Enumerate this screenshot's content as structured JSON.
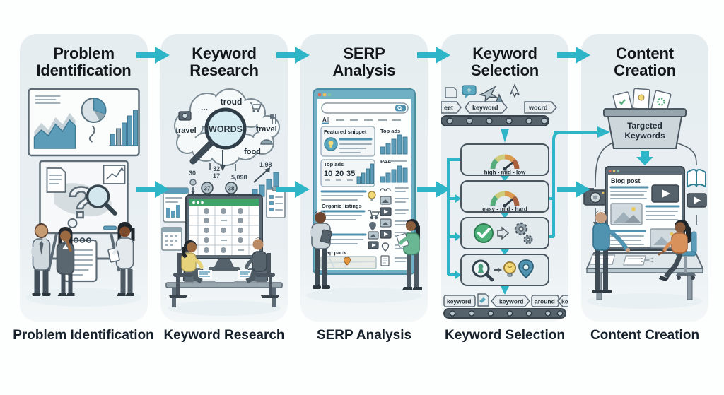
{
  "page": {
    "type": "seo-workflow-infographic"
  },
  "colors": {
    "background": "#fdfefe",
    "panel_bg": "#e8eef1",
    "flow_arrow": "#2fb5c8",
    "title_text": "#14181c",
    "caption_text": "#16202a",
    "illustration_teal": "#4f93b0",
    "slate": "#55626c",
    "spreadsheet_green": "#3fa469",
    "check_green": "#4cb178",
    "bulb_yellow": "#f3d978",
    "map_pin_orange": "#e2953f",
    "gauge_segments": [
      "#57ae7c",
      "#cfcb7d",
      "#d99a4e",
      "#a8603f"
    ]
  },
  "steps": [
    {
      "title": "Problem Identification",
      "caption": "Problem Identification",
      "question_mark": "?"
    },
    {
      "title": "Keyword Research",
      "caption": "Keyword Research",
      "cloud": {
        "center": "WORDS",
        "top": "troud",
        "left": "travel",
        "right": "travel",
        "bottom": "food",
        "dots": "..."
      },
      "metrics": {
        "m30": "30",
        "m32": "32",
        "m17": "17",
        "m5098": "5,098",
        "c37": "37",
        "c38": "38",
        "m198": "1,98"
      }
    },
    {
      "title": "SERP Analysis",
      "caption": "SERP Analysis",
      "serp": {
        "tab_all": "All",
        "featured_snippet": "Featured snippet",
        "top_ads_left": "Top ads",
        "n1": "10",
        "n2": "20",
        "n3": "35",
        "organic_listings": "Organic listings",
        "paa_left": "PAA",
        "map_pack": "map pack",
        "top_ads_right": "Top ads",
        "paa_right": "PAA"
      }
    },
    {
      "title": "Keyword Selection",
      "caption": "Keyword Selection",
      "belt_top": [
        "eet",
        "keyword",
        "wocrd"
      ],
      "gauge_high": "high - mid - low",
      "gauge_easy": "easy - mid - hard",
      "belt_bottom": [
        "keyword",
        "keyword",
        "around",
        "keyw"
      ]
    },
    {
      "title": "Content Creation",
      "caption": "Content Creation",
      "bin_line1": "Targeted",
      "bin_line2": "Keywords",
      "blog_label": "Blog post"
    }
  ]
}
